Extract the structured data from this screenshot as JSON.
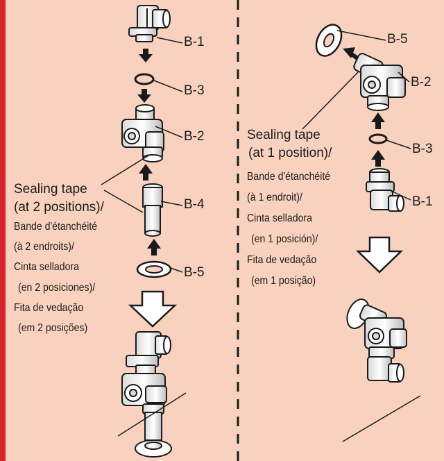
{
  "parts": {
    "b1": "B-1",
    "b2": "B-2",
    "b3": "B-3",
    "b4": "B-4",
    "b5": "B-5"
  },
  "left_note": {
    "line1": "Sealing tape",
    "line2": "(at 2 positions)/",
    "line3": "Bande d'étanchéité",
    "line4": "(à 2 endroits)/",
    "line5": "Cinta selladora",
    "line6": "(en 2 posiciones)/",
    "line7": "Fita de vedação",
    "line8": "(em 2 posições)"
  },
  "right_note": {
    "line1": "Sealing tape",
    "line2": "(at 1 position)/",
    "line3": "Bande d'étanchéité",
    "line4": "(à 1 endroit)/",
    "line5": "Cinta selladora",
    "line6": "(en 1 posición)/",
    "line7": "Fita de vedação",
    "line8": "(em 1 posição)"
  },
  "colors": {
    "background": "#f9d2bf",
    "border": "#d8242f",
    "ink": "#1a1a1a"
  }
}
